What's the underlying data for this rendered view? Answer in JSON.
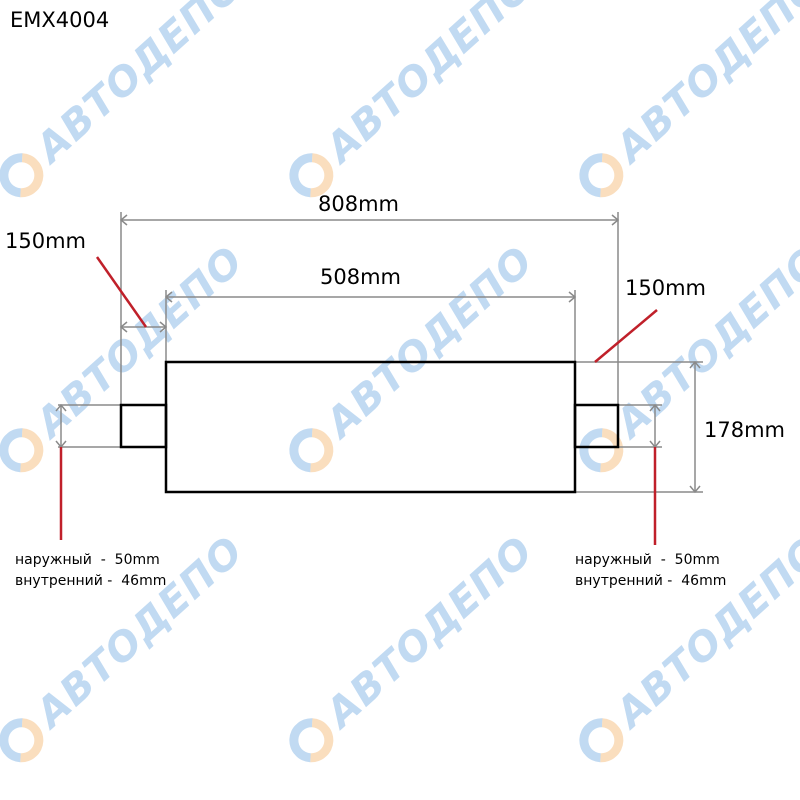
{
  "title": "EMX4004",
  "watermark": "АВТОДЕПО",
  "dimensions": {
    "total_length": "808mm",
    "body_length": "508mm",
    "left_pipe_length": "150mm",
    "right_pipe_length": "150mm",
    "body_diameter": "178mm"
  },
  "left_note": {
    "outer": "наружный  -  50mm",
    "inner": "внутренний -  46mm"
  },
  "right_note": {
    "outer": "наружный  -  50mm",
    "inner": "внутренний -  46mm"
  },
  "colors": {
    "outline": "#000000",
    "dimension": "#8a8a8a",
    "leader": "#c0202a",
    "watermark_blue": "#8fbde8",
    "watermark_orange": "#f7c48a"
  }
}
